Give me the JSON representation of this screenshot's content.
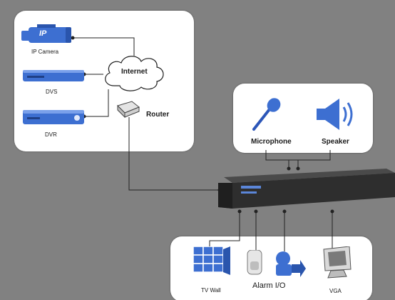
{
  "network": {
    "ip_camera": "IP Camera",
    "ip_badge": "IP",
    "dvs": "DVS",
    "dvr": "DVR",
    "internet": "Internet",
    "router": "Router"
  },
  "audio": {
    "microphone": "Microphone",
    "speaker": "Speaker"
  },
  "outputs": {
    "tv_wall": "TV Wall",
    "alarm_io": "Alarm I/O",
    "vga": "VGA"
  },
  "colors": {
    "background": "#818181",
    "panel": "#ffffff",
    "accent_blue": "#3d6fd1",
    "device_dark": "#2e2e2e"
  }
}
